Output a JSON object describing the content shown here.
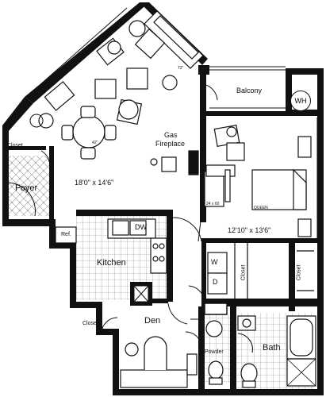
{
  "rooms": {
    "balcony": "Balcony",
    "water_heater": "WH",
    "closet_entry": "Closet",
    "foyer": "Foyer",
    "living_dim": "18'0\" x 14'6\"",
    "fireplace_line1": "Gas",
    "fireplace_line2": "Fireplace",
    "bedroom_dim": "12'10\" x 13'6\"",
    "bed_label": "QUEEN",
    "desk_label": "24 x 60",
    "table_label": "42\"",
    "sofa_label": "72\"",
    "refrigerator": "Ref.",
    "dishwasher": "DW",
    "kitchen": "Kitchen",
    "washer": "W",
    "dryer": "D",
    "closet_laundry": "Closet",
    "closet_bedroom": "Closet",
    "closet_den": "Closet",
    "den": "Den",
    "powder": "Powder",
    "bath": "Bath"
  }
}
